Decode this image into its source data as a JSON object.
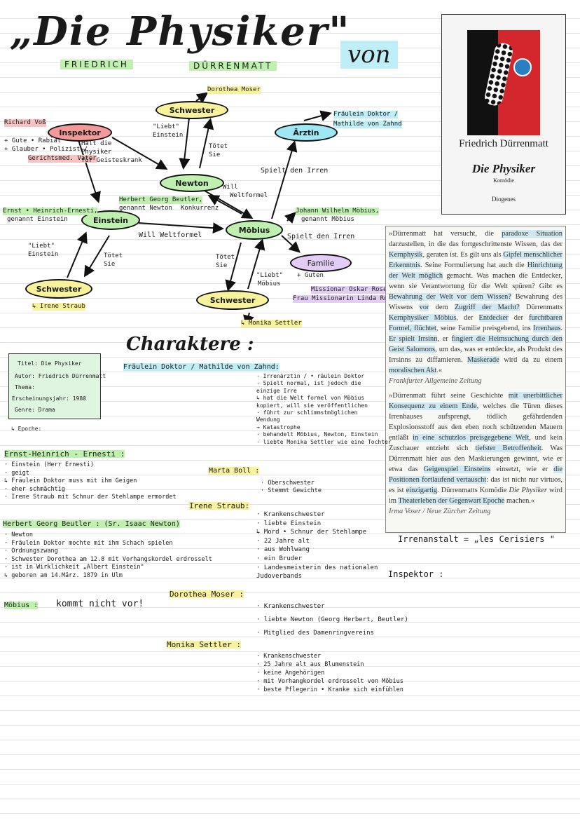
{
  "header": {
    "title": "„Die Physiker\"",
    "firstname": "FRIEDRICH",
    "lastname": "DÜRRENMATT",
    "von": "von"
  },
  "book": {
    "author": "Friedrich Dürrenmatt",
    "title": "Die Physiker",
    "genre": "Komödie",
    "publisher": "Diogenes"
  },
  "diagram": {
    "nodes": {
      "inspektor": "Inspektor",
      "schwester_top": "Schwester",
      "newton": "Newton",
      "aerztin": "Ärztin",
      "einstein": "Einstein",
      "moebius": "Möbius",
      "schwester_left": "Schwester",
      "schwester_bottom": "Schwester",
      "familie": "Familie"
    },
    "labels": {
      "richard": "Richard Voß",
      "gute": "+ Gute • Rabiat",
      "glauber": "+ Glauber • Polizist /",
      "gerichtsmed": "Gerichtsmed. Vater",
      "haelt1": "Hält die",
      "haelt2": "Physiker",
      "haelt3": "für Geisteskrank",
      "dorothea": "Dorothea Moser",
      "liebt_e1": "\"Liebt\"",
      "liebt_e2": "Einstein",
      "toetet_top1": "Tötet",
      "toetet_top2": "Sie",
      "fraeulein1": "Fräulein Doktor /",
      "fraeulein2": "Mathilde von Zahnd",
      "spielt_irren_top": "Spielt den Irren",
      "will1": "Will",
      "will2": "Weltformel",
      "konkurrenz": "Konkurrenz",
      "herbert1": "Herbert Georg Beutler,",
      "herbert2": "genannt Newton",
      "ernst1": "Ernst • Heinrich-Ernesti,",
      "ernst2": "genannt Einstein",
      "johann1": "Johann Wilhelm Möbius,",
      "johann2": "genannt Möbius",
      "will_weltformel": "Will Weltformel",
      "spielt_irren": "Spielt den Irren",
      "liebt_l1": "\"Liebt\"",
      "liebt_l2": "Einstein",
      "toetet_l1": "Tötet",
      "toetet_l2": "Sie",
      "toetet_m1": "Tötet",
      "toetet_m2": "Sie",
      "liebt_m1": "\"Liebt\"",
      "liebt_m2": "Möbius",
      "guten": "+ Guten",
      "missionar1": "Missionar Oskar Rose /",
      "missionar2": "Frau Missionarin Linda Rose",
      "irene": "↳ Irene Straub",
      "monika": "↳ Monika Settler"
    }
  },
  "info": {
    "titel": "Titel: Die Physiker",
    "autor": "Autor: Friedrich Dürrenmatt",
    "thema": "Thema:",
    "jahr": "Erscheinungsjahr: 1980",
    "genre": "Genre: Drama",
    "epoche": "↳ Epoche:"
  },
  "charaktere_title": "Charaktere",
  "characters": {
    "fraeulein": {
      "name": "Fräulein Doktor / Mathilde von Zahnd:",
      "lines": [
        "· Irrenärztin / • räulein Doktor",
        "· Spielt normal, ist jedoch die",
        "  einzige Irre",
        "↳ hat die Welt formel von Möbius",
        "  kopiert, will sie veröffentlichen",
        "· führt zur schlimmstmöglichen",
        "  Wendung",
        "→ Katastrophe",
        "· behandelt Möbius, Newton, Einstein",
        "· liebte Monika Settler wie eine Tochter"
      ]
    },
    "marta": {
      "name": "Marta Boll :",
      "lines": [
        "· Oberschwester",
        "· Stemmt Gewichte"
      ]
    },
    "irene": {
      "name": "Irene Straub:",
      "lines": [
        "· Krankenschwester",
        "· liebte Einstein",
        "↳ Mord • Schnur der Stehlampe",
        "· 22 Jahre alt",
        "· aus Wohlwang",
        "· ein Bruder",
        "· Landesmeisterin des nationalen",
        "  Judoverbands"
      ]
    },
    "dorothea": {
      "name": "Dorothea Moser :",
      "lines": [
        "· Krankenschwester",
        "· liebte Newton (Georg Herbert, Beutler)",
        "· Mitglied des Damenringvereins"
      ]
    },
    "monika": {
      "name": "Monika Settler :",
      "lines": [
        "· Krankenschwester",
        "· 25 Jahre alt aus Blumenstein",
        "· keine Angehörigen",
        "· mit Vorhangkordel erdrosselt von Möbius",
        "· beste Pflegerin • Kranke sich einfühlen"
      ]
    },
    "ernst": {
      "name": "Ernst-Heinrich - Ernesti :",
      "lines": [
        "· Einstein (Herr Ernesti)",
        "· geigt",
        "↳ Fräulein Doktor muss mit ihm Geigen",
        "· eher schmächtig",
        "· Irene Straub mit Schnur der Stehlampe ermordet"
      ]
    },
    "herbert": {
      "name": "Herbert Georg Beutler : (Sr. Isaac Newton)",
      "lines": [
        "· Newton",
        "· Fräulein Doktor mochte mit ihm Schach spielen",
        "· Ordnungszwang",
        "· Schwester Dorothea am 12.8 mit Vorhangskordel erdrosselt",
        "· ist in Wirklichkeit „Albert Einstein\"",
        "↳ geboren am 14.März. 1879 in Ulm"
      ]
    },
    "moebius": {
      "name": "Möbius :",
      "extra": "kommt nicht vor!"
    }
  },
  "quote1": {
    "segments": [
      {
        "t": "»Dürrenmatt hat versucht, die ",
        "h": false
      },
      {
        "t": "paradoxe Situation",
        "h": true
      },
      {
        "t": " darzustellen, in die das fortgeschrittenste Wissen, das der ",
        "h": false
      },
      {
        "t": "Kernphysik",
        "h": true
      },
      {
        "t": ", geraten ist. Es gilt uns als ",
        "h": false
      },
      {
        "t": "Gipfel menschlicher Erkenntnis",
        "h": true
      },
      {
        "t": ". Seine Formulierung hat auch die ",
        "h": false
      },
      {
        "t": "Hinrichtung der Welt möglich",
        "h": true
      },
      {
        "t": " gemacht. Was machen die Entdecker, wenn sie Verantwortung für die Welt spüren? Gibt es ",
        "h": false
      },
      {
        "t": "Bewahrung der Welt vor dem Wissen?",
        "h": true
      },
      {
        "t": " Bewahrung des Wissens ",
        "h": false
      },
      {
        "t": "vor",
        "h": true
      },
      {
        "t": " dem ",
        "h": false
      },
      {
        "t": "Zugriff der Macht?",
        "h": true
      },
      {
        "t": " Dürrenmatts ",
        "h": false
      },
      {
        "t": "Kernphysiker Möbius",
        "h": true
      },
      {
        "t": ", der ",
        "h": false
      },
      {
        "t": "Entdecker",
        "h": true
      },
      {
        "t": " der ",
        "h": false
      },
      {
        "t": "furchtbaren Formel, flüchtet",
        "h": true
      },
      {
        "t": ", seine Familie preisgebend, ins ",
        "h": false
      },
      {
        "t": "Irrenhaus",
        "h": true
      },
      {
        "t": ". ",
        "h": false
      },
      {
        "t": "Er spielt Irrsinn",
        "h": true
      },
      {
        "t": ", er ",
        "h": false
      },
      {
        "t": "fingiert die Heimsuchung durch den Geist Salomons",
        "h": true
      },
      {
        "t": ", um das, was er entdeckte, als Produkt des Irrsinns zu diffamieren. ",
        "h": false
      },
      {
        "t": "Maskerade",
        "h": true
      },
      {
        "t": " wird da zu einem ",
        "h": false
      },
      {
        "t": "moralischen Akt",
        "h": true
      },
      {
        "t": ".«",
        "h": false
      }
    ],
    "source": "Frankfurter Allgemeine Zeitung"
  },
  "quote2": {
    "segments": [
      {
        "t": "»Dürrenmatt führt seine Geschichte ",
        "h": false
      },
      {
        "t": "mit unerbittlicher Konsequenz zu einem Ende",
        "h": true
      },
      {
        "t": ", welches die Türen dieses Irrenhauses aufsprengt, tödlich gefährdenden Explosionsstoff aus den eben noch schützenden Mauern entläßt ",
        "h": false
      },
      {
        "t": "in eine schutzlos preisgegebene Welt",
        "h": true
      },
      {
        "t": ", und kein Zuschauer entzieht sich ",
        "h": false
      },
      {
        "t": "tiefster Betroffenheit",
        "h": true
      },
      {
        "t": ". Was Dürrenmatt hier aus den Maskierungen gewinnt, wie er etwa das ",
        "h": false
      },
      {
        "t": "Geigenspiel Einsteins",
        "h": true
      },
      {
        "t": " einsetzt, wie er ",
        "h": false
      },
      {
        "t": "die Positionen fortlaufend vertauscht",
        "h": true
      },
      {
        "t": ": das ist nicht nur virtuos, es ist ",
        "h": false
      },
      {
        "t": "einzigartig",
        "h": true
      },
      {
        "t": ". Dürrenmatts Komödie ",
        "h": false
      },
      {
        "t": "Die Physiker",
        "h": false,
        "i": true
      },
      {
        "t": " wird im ",
        "h": false
      },
      {
        "t": "Theaterleben der Gegenwart Epoche",
        "h": true
      },
      {
        "t": " machen.«",
        "h": false
      }
    ],
    "source": "Irma Voser / Neue Zürcher Zeitung"
  },
  "irrenanstalt": "Irrenanstalt = „les Cerisiers \"",
  "inspektor_note": "Inspektor :"
}
